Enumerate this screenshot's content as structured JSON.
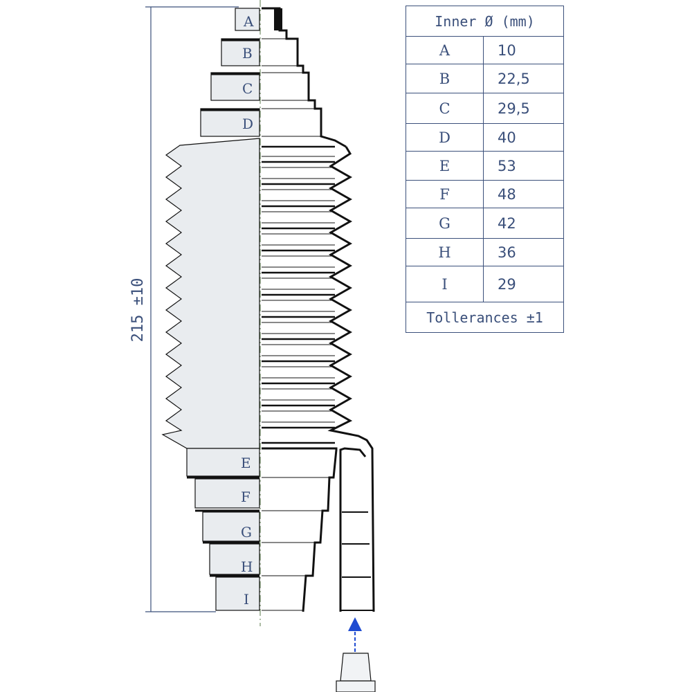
{
  "section_labels": [
    "A",
    "B",
    "C",
    "D",
    "E",
    "F",
    "G",
    "H",
    "I"
  ],
  "overall_length_label": "215 ±10",
  "table": {
    "header": "Inner Ø (mm)",
    "rows": [
      {
        "label": "A",
        "value": "10"
      },
      {
        "label": "B",
        "value": "22,5"
      },
      {
        "label": "C",
        "value": "29,5"
      },
      {
        "label": "D",
        "value": "40"
      },
      {
        "label": "E",
        "value": "53"
      },
      {
        "label": "F",
        "value": "48"
      },
      {
        "label": "G",
        "value": "42"
      },
      {
        "label": "H",
        "value": "36"
      },
      {
        "label": "I",
        "value": "29"
      }
    ],
    "footer": "Tollerances ±1"
  },
  "colors": {
    "ink": "#3a4f7a",
    "outline": "#111111",
    "body": "#e9ecef",
    "arrow": "#1f4bd1"
  }
}
